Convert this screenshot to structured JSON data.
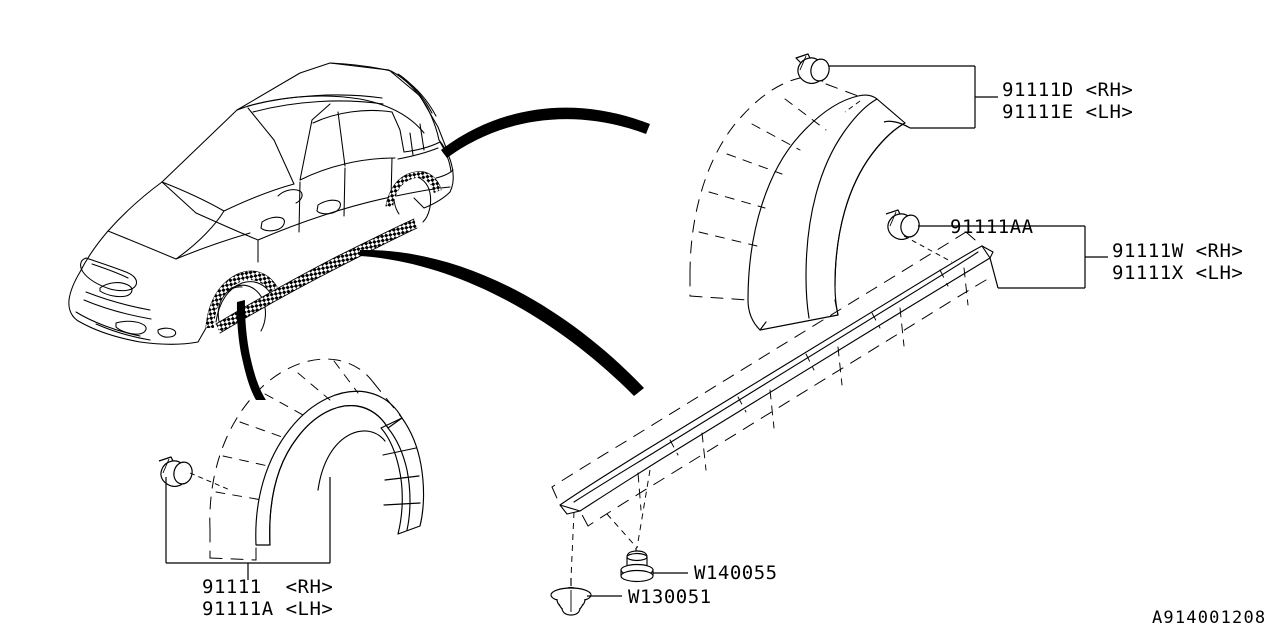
{
  "diagram": {
    "drawing_number": "A914001208",
    "subject": "Subaru wheel arch molding and side sill garnish exploded parts diagram",
    "background_color": "#ffffff",
    "line_color": "#000000"
  },
  "vehicle": {
    "name": "vehicle-illustration",
    "view": "front three-quarter",
    "highlighted_regions": [
      "front-wheel-arch",
      "rear-wheel-arch",
      "rocker-panel"
    ]
  },
  "callouts": [
    {
      "id": "rear-arch",
      "part_name": "rear-wheel-arch-molding",
      "lines": [
        "91111D <RH>",
        "91111E <LH>"
      ],
      "clip_icon": "push-pin-clip-icon"
    },
    {
      "id": "rocker",
      "part_name": "side-sill-garnish",
      "lines": [
        "91111W <RH>",
        "91111X <LH>"
      ],
      "clip_icon": "push-pin-clip-icon",
      "clip_label": "91111AA"
    },
    {
      "id": "front-arch",
      "part_name": "front-wheel-arch-molding",
      "lines": [
        "91111  <RH>",
        "91111A <LH>"
      ],
      "clip_icon": "push-pin-clip-icon"
    }
  ],
  "fasteners": [
    {
      "id": "grommet",
      "label": "W140055",
      "icon": "grommet-clip-icon"
    },
    {
      "id": "pin",
      "label": "W130051",
      "icon": "fir-tree-pin-icon"
    }
  ]
}
